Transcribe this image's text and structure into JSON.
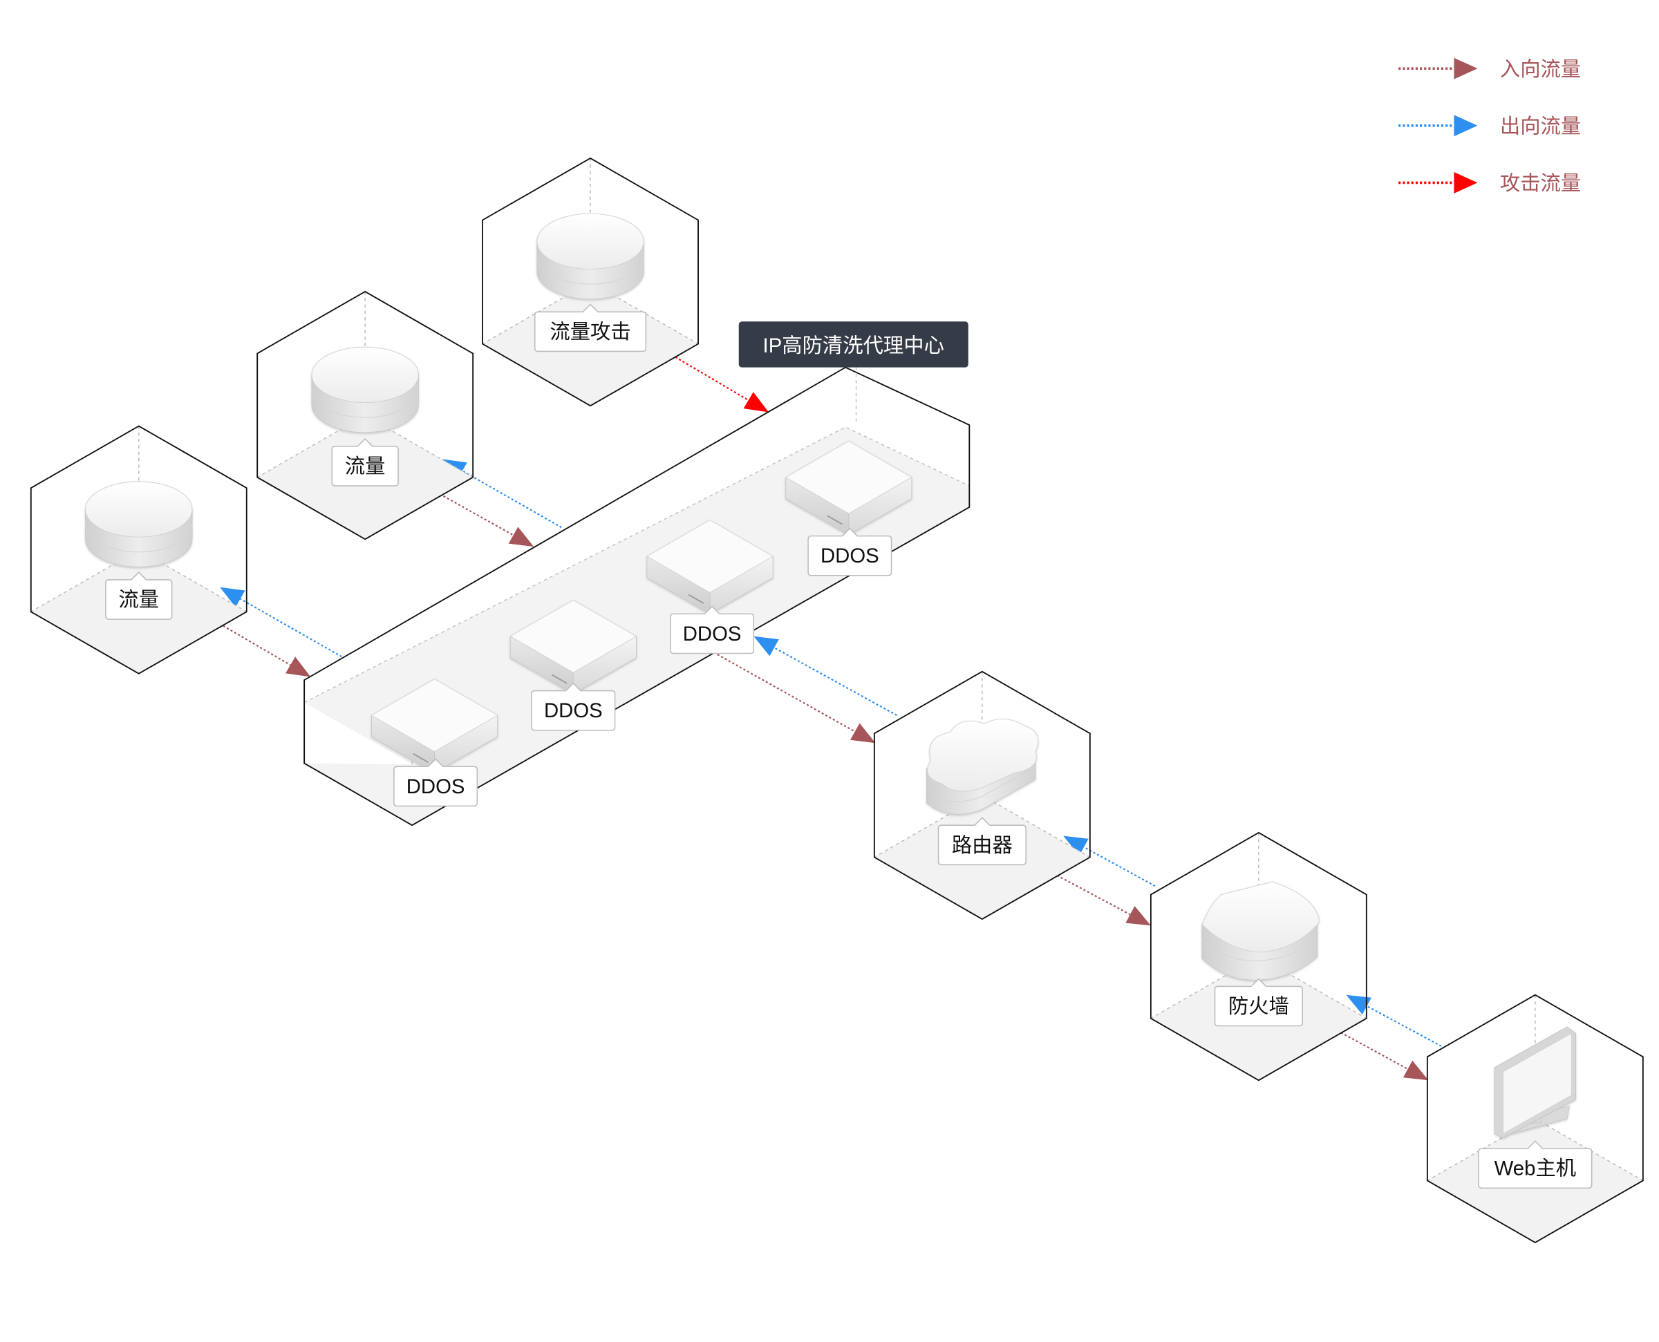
{
  "legend": [
    {
      "label": "入向流量",
      "color": "#a65559"
    },
    {
      "label": "出向流量",
      "color": "#2d8ff0"
    },
    {
      "label": "攻击流量",
      "color": "#ff0000"
    }
  ],
  "center_title": "IP高防清洗代理中心",
  "nodes": {
    "attack": {
      "label": "流量攻击",
      "icon": "disk-icon"
    },
    "traffic_upper": {
      "label": "流量",
      "icon": "disk-icon"
    },
    "traffic_lower": {
      "label": "流量",
      "icon": "disk-icon"
    },
    "ddos_1": {
      "label": "DDOS",
      "icon": "ddos-box-icon"
    },
    "ddos_2": {
      "label": "DDOS",
      "icon": "ddos-box-icon"
    },
    "ddos_3": {
      "label": "DDOS",
      "icon": "ddos-box-icon"
    },
    "ddos_4": {
      "label": "DDOS",
      "icon": "ddos-box-icon"
    },
    "router": {
      "label": "路由器",
      "icon": "cloud-router-icon"
    },
    "firewall": {
      "label": "防火墙",
      "icon": "shield-firewall-icon"
    },
    "web": {
      "label": "Web主机",
      "icon": "monitor-icon"
    }
  },
  "connections": [
    {
      "from": "流量攻击",
      "to": "IP高防清洗代理中心",
      "kind": "攻击流量"
    },
    {
      "from": "流量",
      "to": "IP高防清洗代理中心",
      "kind": "入向流量"
    },
    {
      "from": "IP高防清洗代理中心",
      "to": "流量",
      "kind": "出向流量"
    },
    {
      "from": "DDOS",
      "to": "路由器",
      "kind": "入向流量"
    },
    {
      "from": "路由器",
      "to": "DDOS",
      "kind": "出向流量"
    },
    {
      "from": "路由器",
      "to": "防火墙",
      "kind": "入向流量"
    },
    {
      "from": "防火墙",
      "to": "路由器",
      "kind": "出向流量"
    },
    {
      "from": "防火墙",
      "to": "Web主机",
      "kind": "入向流量"
    },
    {
      "from": "Web主机",
      "to": "防火墙",
      "kind": "出向流量"
    }
  ]
}
